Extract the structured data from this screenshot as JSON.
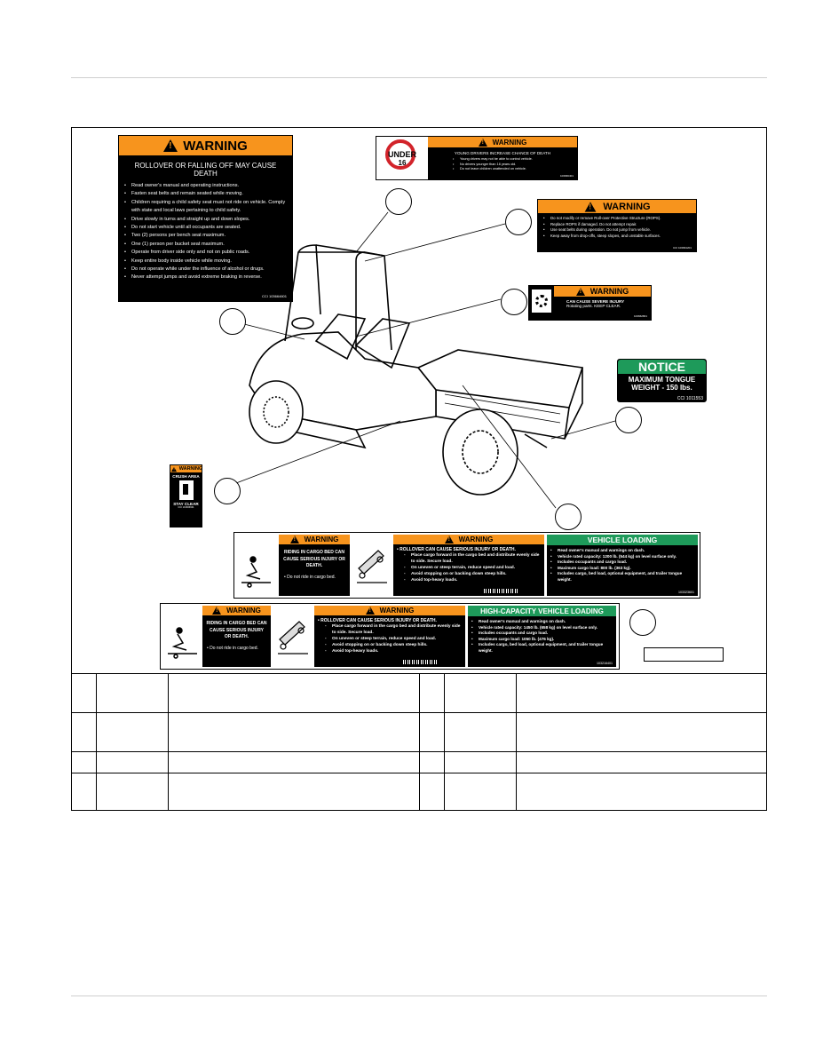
{
  "label_warn_main": {
    "header": "WARNING",
    "title": "ROLLOVER OR FALLING OFF MAY CAUSE DEATH",
    "items": [
      "Read owner's manual and operating instructions.",
      "Fasten seat belts and remain seated while moving.",
      "Children requiring a child safety seat must not ride on vehicle. Comply with state and local laws pertaining to child safety.",
      "Drive slowly in turns and straight up and down slopes.",
      "Do not start vehicle until all occupants are seated.",
      "Two (2) persons per bench seat maximum.",
      "One (1) person per bucket seat maximum.",
      "Operate from driver side only and not on public roads.",
      "Keep entire body inside vehicle while moving.",
      "Do not operate while under the influence of alcohol or drugs.",
      "Never attempt jumps and avoid extreme braking in reverse."
    ],
    "part": "CCI 103664601"
  },
  "label_under16": {
    "badge_top": "UNDER",
    "badge_num": "16",
    "header": "WARNING",
    "title": "YOUNG DRIVERS INCREASE CHANCE OF DEATH",
    "items": [
      "Young drivers may not be able to control vehicle.",
      "No drivers younger than 16 years old.",
      "Do not leave children unattended on vehicle."
    ],
    "part": "103666401"
  },
  "label_rops": {
    "header": "WARNING",
    "items": [
      "Do not modify or remove Roll-over Protective Structure (ROPS).",
      "Replace ROPS if damaged. Do not attempt repair.",
      "Use seat belts during operation. Do not jump from vehicle.",
      "Keep away from drop-offs, steep slopes, and unstable surfaces."
    ],
    "part": "CCI 103664201"
  },
  "label_rotating": {
    "header": "WARNING",
    "line1": "CAN CAUSE SEVERE INJURY",
    "line2": "Rotating parts. KEEP CLEAR.",
    "part": "103662801"
  },
  "label_notice": {
    "header": "NOTICE",
    "line1": "MAXIMUM TONGUE",
    "line2": "WEIGHT - 150 lbs.",
    "part": "CCI 1011553"
  },
  "label_crush": {
    "header": "WARNING",
    "top": "CRUSH AREA",
    "bottom": "STAY CLEAR",
    "part": "CCI 101666601"
  },
  "strip1": {
    "riding": {
      "header": "WARNING",
      "text": "RIDING IN CARGO BED CAN CAUSE SERIOUS INJURY OR DEATH.",
      "item": "Do not ride in cargo bed."
    },
    "rollover": {
      "header": "WARNING",
      "title": "ROLLOVER CAN CAUSE SERIOUS INJURY OR DEATH.",
      "items": [
        "Place cargo forward in the cargo bed and distribute evenly side to side. Secure load.",
        "On uneven or steep terrain, reduce speed and load.",
        "Avoid stopping on or backing down steep hills.",
        "Avoid top-heavy loads."
      ]
    },
    "loading": {
      "header": "VEHICLE LOADING",
      "items": [
        "Read owner's manual and warnings on dash.",
        "Vehicle rated capacity: 1200 lb. (544 kg) on level surface only.",
        "Includes occupants and cargo load.",
        "Maximum cargo load: 800 lb. (363 kg).",
        "Includes cargo, bed load, optional equipment, and trailer tongue weight."
      ],
      "part": "103323601"
    }
  },
  "strip2": {
    "riding": {
      "header": "WARNING",
      "text": "RIDING IN CARGO BED CAN CAUSE SERIOUS INJURY OR DEATH.",
      "item": "Do not ride in cargo bed."
    },
    "rollover": {
      "header": "WARNING",
      "title": "ROLLOVER CAN CAUSE SERIOUS INJURY OR DEATH.",
      "items": [
        "Place cargo forward in the cargo bed and distribute evenly side to side. Secure load.",
        "On uneven or steep terrain, reduce speed and load.",
        "Avoid stopping on or backing down steep hills.",
        "Avoid top-heavy loads."
      ]
    },
    "loading": {
      "header": "HIGH-CAPACITY VEHICLE LOADING",
      "items": [
        "Read owner's manual and warnings on dash.",
        "Vehicle rated capacity: 1450 lb. (658 kg) on level surface only.",
        "Includes occupants and cargo load.",
        "Maximum cargo load: 1050 lb. (476 kg).",
        "Includes cargo, bed load, optional equipment, and trailer tongue weight."
      ],
      "part": "103216401"
    }
  }
}
